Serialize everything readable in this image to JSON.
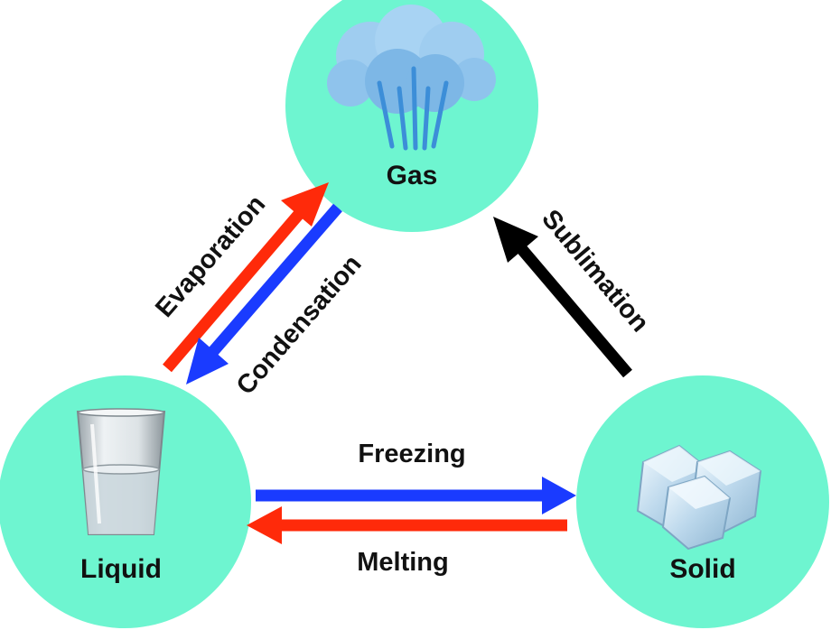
{
  "states": {
    "gas": {
      "label": "Gas",
      "icon": "cloud-steam-icon"
    },
    "liquid": {
      "label": "Liquid",
      "icon": "water-glass-icon"
    },
    "solid": {
      "label": "Solid",
      "icon": "ice-cubes-icon"
    }
  },
  "transitions": {
    "evaporation": {
      "label": "Evaporation",
      "from": "Liquid",
      "to": "Gas",
      "color": "#ff2a0a"
    },
    "condensation": {
      "label": "Condensation",
      "from": "Gas",
      "to": "Liquid",
      "color": "#1a3bff"
    },
    "sublimation": {
      "label": "Sublimation",
      "from": "Solid",
      "to": "Gas",
      "color": "#000000"
    },
    "freezing": {
      "label": "Freezing",
      "from": "Liquid",
      "to": "Solid",
      "color": "#1a3bff"
    },
    "melting": {
      "label": "Melting",
      "from": "Solid",
      "to": "Liquid",
      "color": "#ff2a0a"
    }
  },
  "colors": {
    "node_fill": "#6ef5d0",
    "background": "#ffffff"
  }
}
